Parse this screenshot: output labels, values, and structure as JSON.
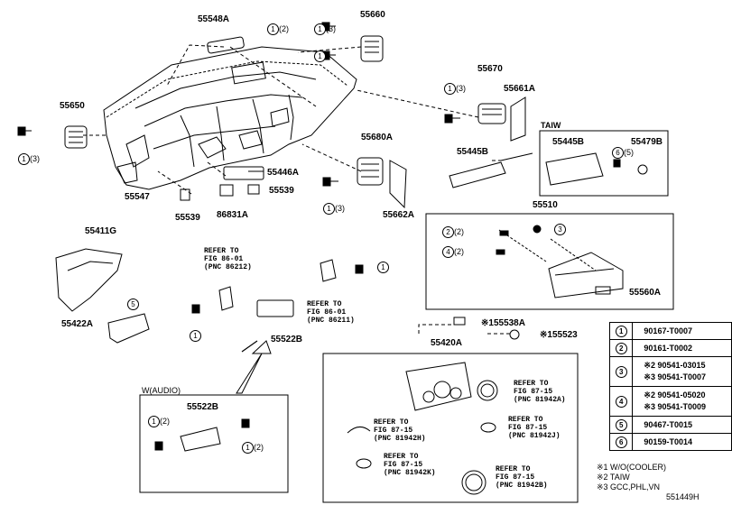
{
  "part_numbers": {
    "p55548A": "55548A",
    "p55660": "55660",
    "p55650": "55650",
    "p55670": "55670",
    "p55661A": "55661A",
    "p55680A": "55680A",
    "p55446A": "55446A",
    "p55539a": "55539",
    "p55547": "55547",
    "p55539b": "55539",
    "p86831A": "86831A",
    "p55662A": "55662A",
    "p55445B": "55445B",
    "p55445B_taiw": "55445B",
    "p55479B": "55479B",
    "p55510": "55510",
    "p55560A": "55560A",
    "p55411G": "55411G",
    "p55422A": "55422A",
    "p55522B": "55522B",
    "p55522B_audio": "55522B",
    "p55420A": "55420A",
    "p55538A": "※155538A",
    "p55523": "※155523",
    "footer_id": "551449H"
  },
  "frames": {
    "taiw": "TAIW",
    "audio": "W(AUDIO)"
  },
  "callouts": {
    "c1": "1",
    "c2": "(2)",
    "c3": "(3)",
    "n1": "1",
    "n2": "2",
    "n3": "3",
    "n4": "4",
    "n5": "5",
    "n6": "6",
    "c5": "(5)"
  },
  "refs": {
    "r86212": {
      "l1": "REFER TO",
      "l2": "FIG 86-01",
      "l3": "(PNC 86212)"
    },
    "r86211": {
      "l1": "REFER TO",
      "l2": "FIG 86-01",
      "l3": "(PNC 86211)"
    },
    "r81942A": {
      "l1": "REFER TO",
      "l2": "FIG 87-15",
      "l3": "(PNC 81942A)"
    },
    "r81942H": {
      "l1": "REFER TO",
      "l2": "FIG 87-15",
      "l3": "(PNC 81942H)"
    },
    "r81942J": {
      "l1": "REFER TO",
      "l2": "FIG 87-15",
      "l3": "(PNC 81942J)"
    },
    "r81942K": {
      "l1": "REFER TO",
      "l2": "FIG 87-15",
      "l3": "(PNC 81942K)"
    },
    "r81942B": {
      "l1": "REFER TO",
      "l2": "FIG 87-15",
      "l3": "(PNC 81942B)"
    }
  },
  "legend": [
    {
      "key": "1",
      "lines": [
        "90167-T0007"
      ]
    },
    {
      "key": "2",
      "lines": [
        "90161-T0002"
      ]
    },
    {
      "key": "3",
      "lines": [
        "※2 90541-03015",
        "※3 90541-T0007"
      ]
    },
    {
      "key": "4",
      "lines": [
        "※2 90541-05020",
        "※3 90541-T0009"
      ]
    },
    {
      "key": "5",
      "lines": [
        "90467-T0015"
      ]
    },
    {
      "key": "6",
      "lines": [
        "90159-T0014"
      ]
    }
  ],
  "notes": {
    "n1": "※1 W/O(COOLER)",
    "n2": "※2 TAIW",
    "n3": "※3 GCC,PHL,VN"
  }
}
